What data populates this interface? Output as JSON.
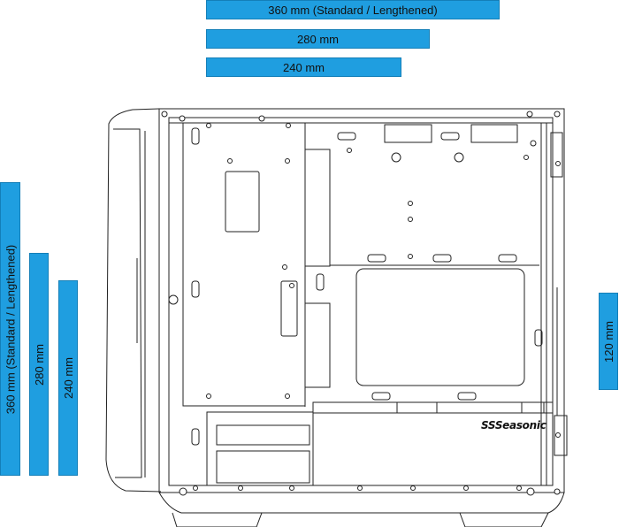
{
  "top_bars": [
    {
      "label": "360 mm (Standard / Lengthened)"
    },
    {
      "label": "280 mm"
    },
    {
      "label": "240 mm"
    }
  ],
  "left_bars": [
    {
      "label": "360 mm (Standard / Lengthened)"
    },
    {
      "label": "280 mm"
    },
    {
      "label": "240 mm"
    }
  ],
  "right_bar": {
    "label": "120 mm"
  },
  "brand": {
    "logo_text": "Seasonic"
  },
  "colors": {
    "bar_fill": "#1f9ee0",
    "line": "#222222"
  }
}
